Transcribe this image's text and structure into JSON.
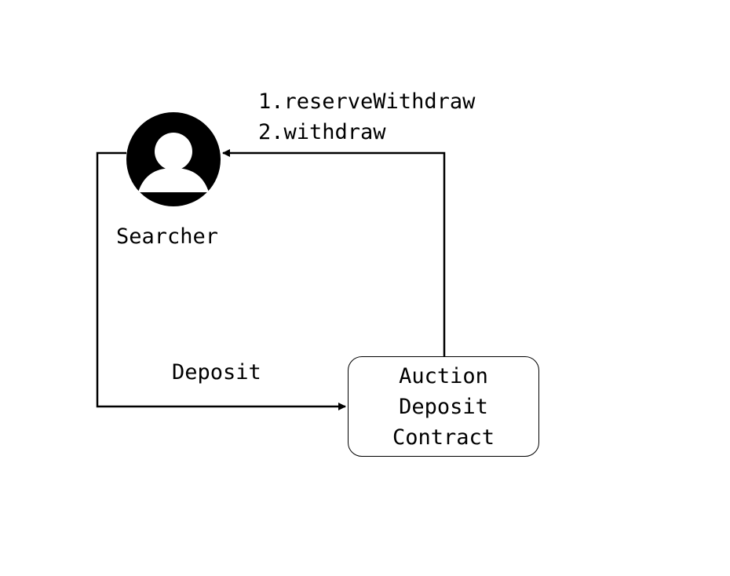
{
  "nodes": {
    "searcher": {
      "label": "Searcher",
      "icon": "user-avatar-icon"
    },
    "contract": {
      "lines": [
        "Auction",
        "Deposit",
        "Contract"
      ]
    }
  },
  "edges": {
    "deposit": {
      "label": "Deposit",
      "from": "searcher",
      "to": "contract"
    },
    "withdraw": {
      "from": "contract",
      "to": "searcher",
      "steps": [
        "1.reserveWithdraw",
        "2.withdraw"
      ]
    }
  },
  "colors": {
    "stroke": "#000000",
    "background": "#ffffff"
  }
}
